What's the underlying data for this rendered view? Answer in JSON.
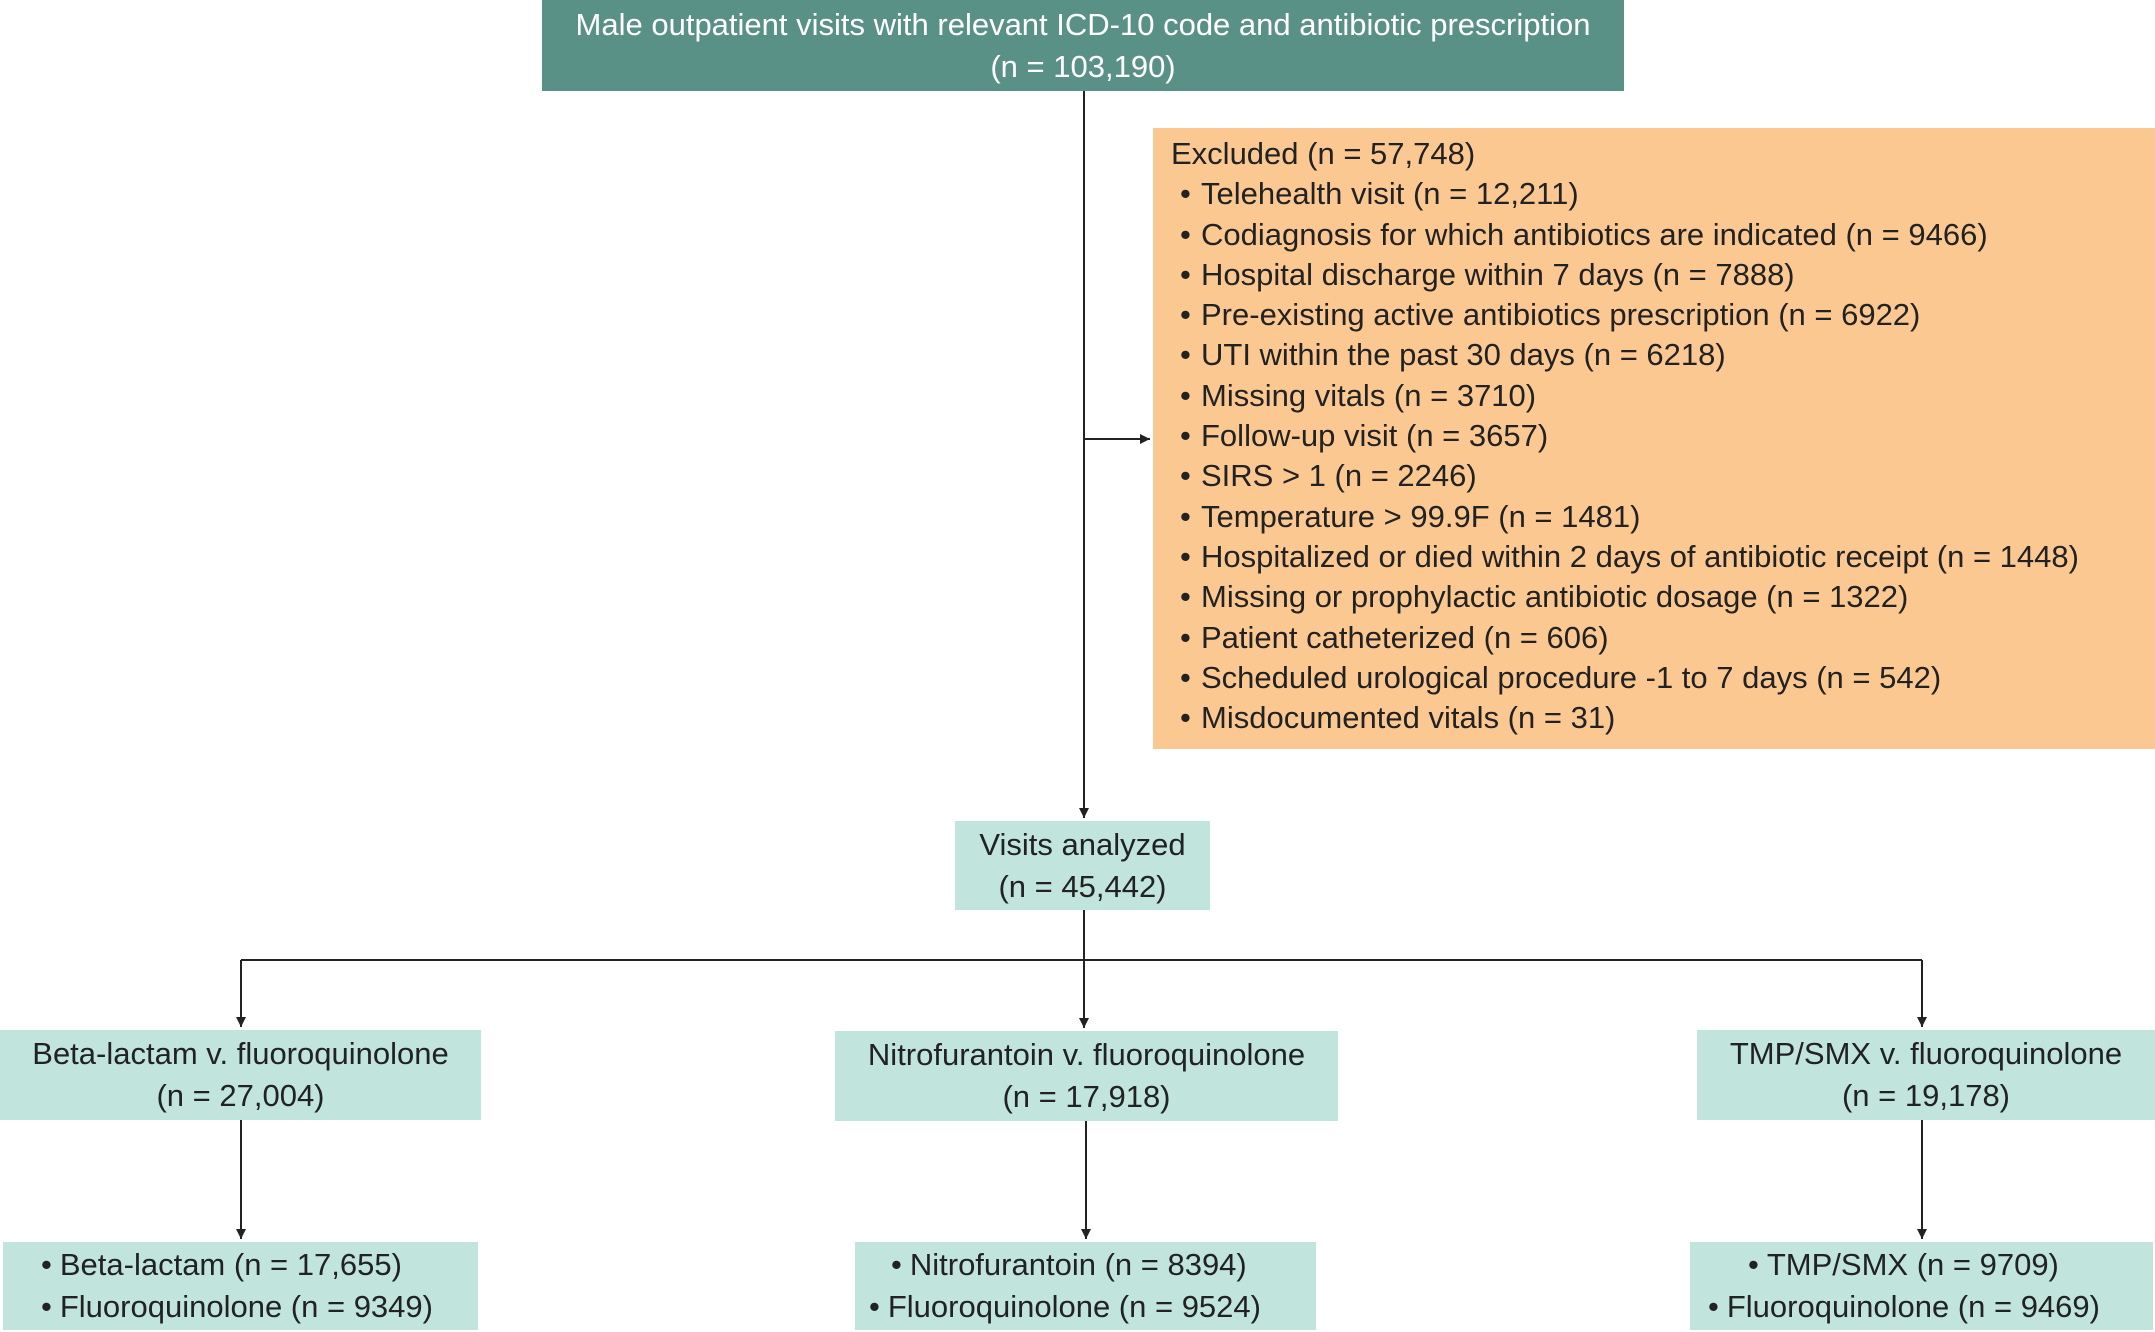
{
  "top": {
    "line1": "Male outpatient visits with relevant ICD-10 code and antibiotic prescription",
    "line2": "(n = 103,190)"
  },
  "excluded": {
    "header": "Excluded (n = 57,748)",
    "items": [
      "Telehealth visit (n = 12,211)",
      "Codiagnosis for which antibiotics are indicated (n = 9466)",
      "Hospital discharge within 7 days (n = 7888)",
      "Pre-existing active antibiotics prescription (n = 6922)",
      "UTI within the past 30 days (n = 6218)",
      "Missing vitals (n = 3710)",
      "Follow-up visit (n = 3657)",
      "SIRS > 1 (n = 2246)",
      "Temperature > 99.9F (n = 1481)",
      "Hospitalized or died within 2 days of antibiotic receipt (n = 1448)",
      "Missing or prophylactic antibiotic dosage (n = 1322)",
      "Patient catheterized (n = 606)",
      "Scheduled urological procedure -1 to 7 days (n = 542)",
      "Misdocumented vitals (n = 31)"
    ]
  },
  "analyzed": {
    "line1": "Visits analyzed",
    "line2": "(n = 45,442)"
  },
  "comparisons": [
    {
      "line1": "Beta-lactam v. fluoroquinolone",
      "line2": "(n = 27,004)",
      "items": [
        "Beta-lactam (n = 17,655)",
        "Fluoroquinolone (n = 9349)"
      ]
    },
    {
      "line1": "Nitrofurantoin v. fluoroquinolone",
      "line2": "(n = 17,918)",
      "items": [
        "Nitrofurantoin (n = 8394)",
        "Fluoroquinolone (n = 9524)"
      ]
    },
    {
      "line1": "TMP/SMX v. fluoroquinolone",
      "line2": "(n = 19,178)",
      "items": [
        "TMP/SMX (n = 9709)",
        "Fluoroquinolone (n = 9469)"
      ]
    }
  ],
  "bullet_glyph": "•",
  "colors": {
    "top_box": "#5a9186",
    "teal_box": "#c1e4dc",
    "excluded_box": "#fbc892",
    "connector": "#222222"
  }
}
